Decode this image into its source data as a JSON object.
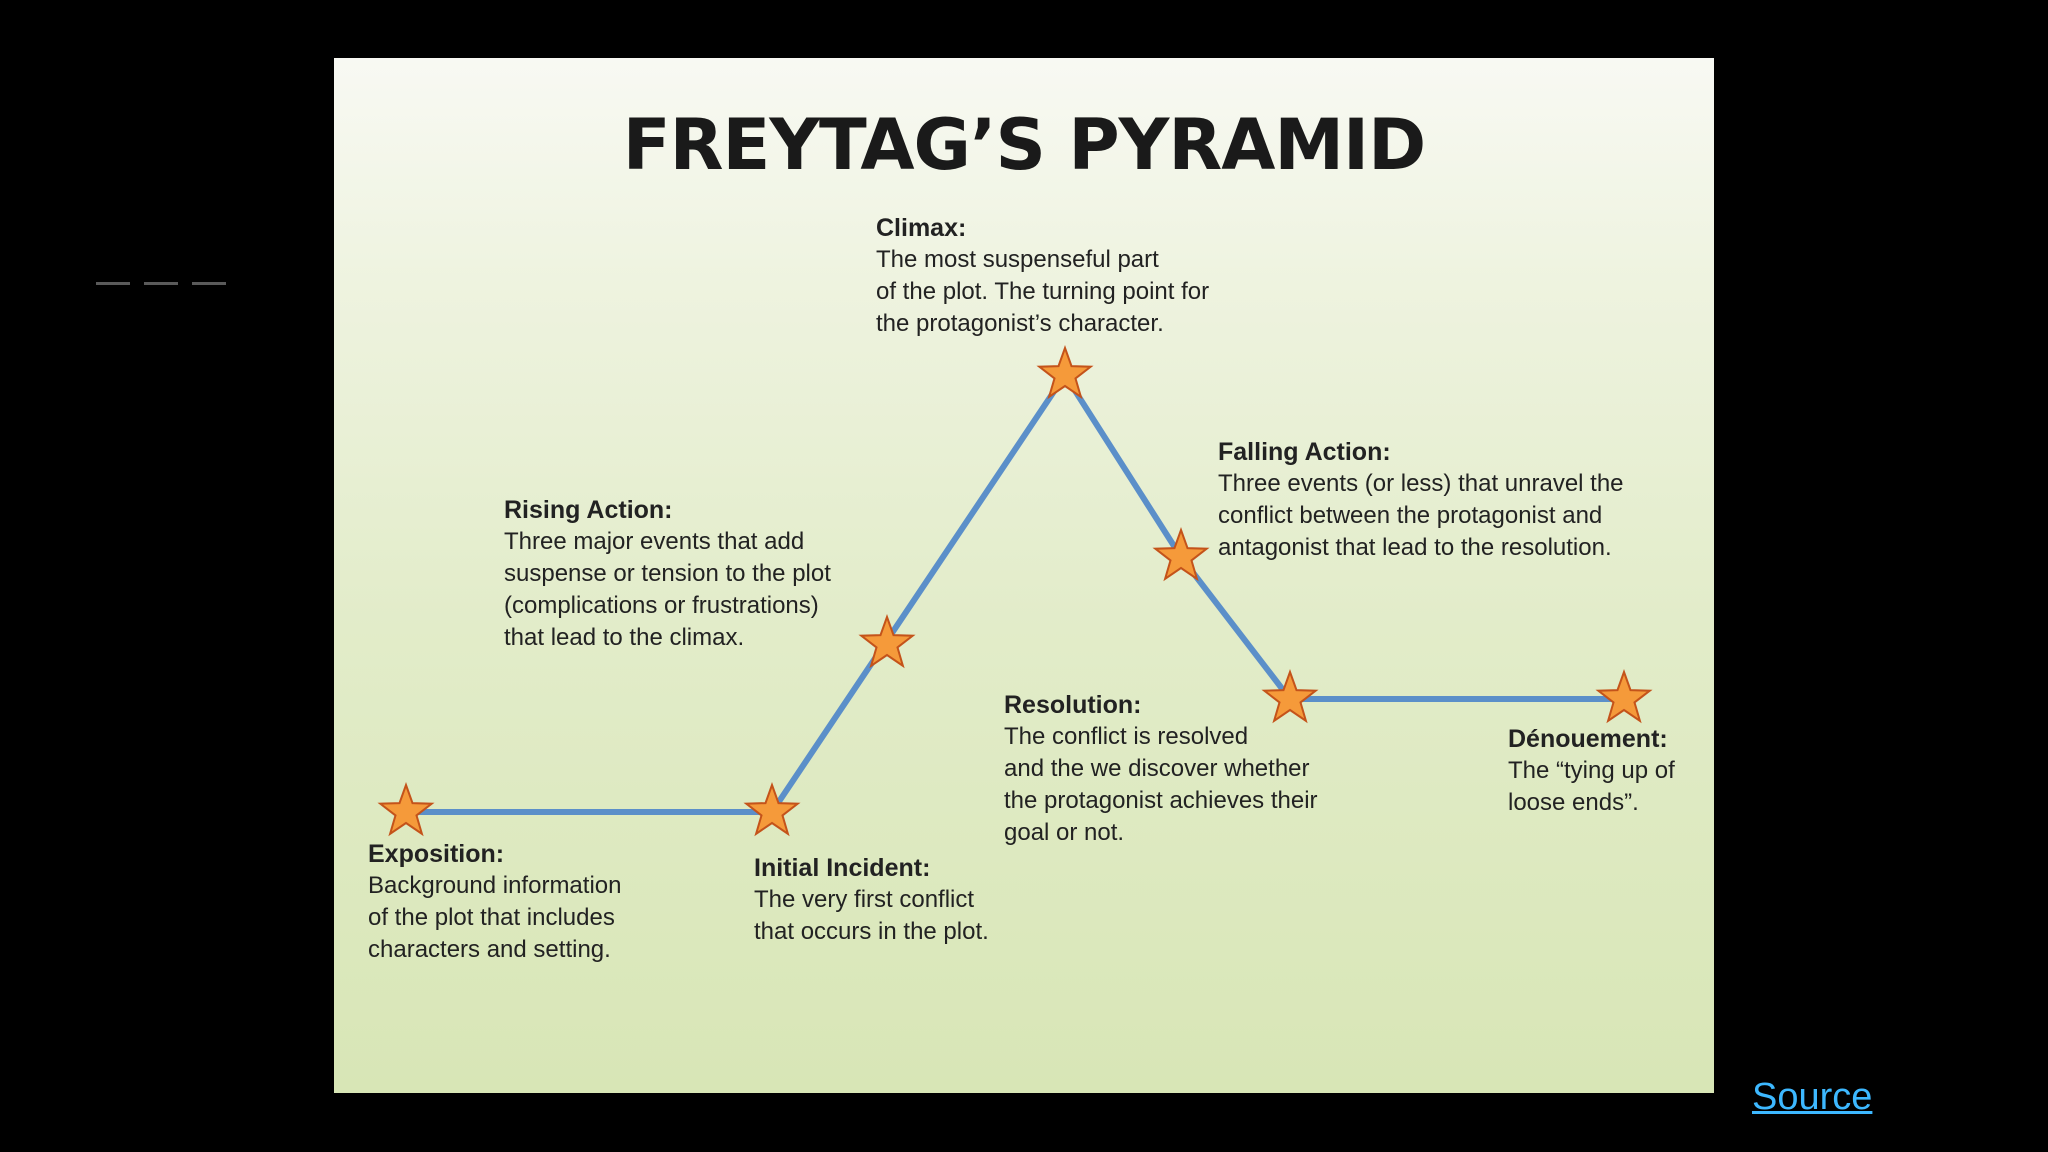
{
  "slide": {
    "title": "FREYTAG’S PYRAMID",
    "callouts": {
      "exposition": {
        "heading": "Exposition:",
        "body": "Background information\nof the plot that includes\ncharacters and setting."
      },
      "initial_incident": {
        "heading": "Initial Incident:",
        "body": "The very first conflict\nthat occurs in the plot."
      },
      "rising_action": {
        "heading": "Rising Action:",
        "body": "Three major events that add\nsuspense or tension to the plot\n(complications or frustrations)\nthat lead to the climax."
      },
      "climax": {
        "heading": "Climax:",
        "body": "The most suspenseful part\nof the plot. The turning point for\nthe protagonist’s character."
      },
      "falling_action": {
        "heading": "Falling Action:",
        "body": "Three events (or less) that unravel the\nconflict between the protagonist and\nantagonist that lead to the resolution."
      },
      "resolution": {
        "heading": "Resolution:",
        "body": "The conflict is resolved\nand the we discover whether\nthe protagonist achieves their\ngoal or not."
      },
      "denouement": {
        "heading": "Dénouement:",
        "body": "The “tying up of\nloose ends”."
      }
    },
    "colors": {
      "line": "#5b8fc9",
      "star_fill": "#f59a3a",
      "star_stroke": "#c4531a"
    },
    "icons": [
      "star-icon"
    ]
  },
  "source_link": "Source"
}
